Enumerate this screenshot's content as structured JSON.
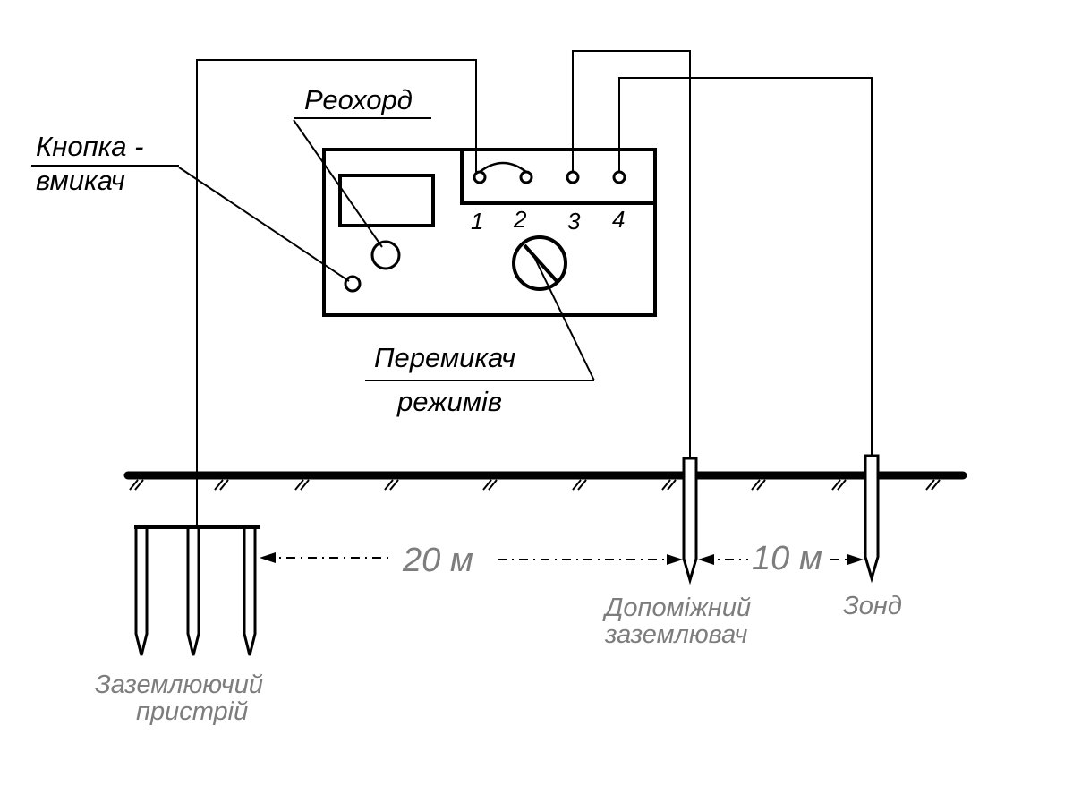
{
  "labels": {
    "reokhord": "Реохорд",
    "knopka_line1": "Кнопка -",
    "knopka_line2": "вмикач",
    "peremykach_line1": "Перемикач",
    "peremykach_line2": "режимів",
    "dopomizhnyi_line1": "Допоміжний",
    "dopomizhnyi_line2": "заземлювач",
    "zond": "Зонд",
    "zazemliuiuchyi_line1": "Заземлюючий",
    "zazemliuiuchyi_line2": "пристрій"
  },
  "terminals": [
    "1",
    "2",
    "3",
    "4"
  ],
  "distances": {
    "d1": "20 м",
    "d2": "10 м"
  },
  "colors": {
    "line": "#000000",
    "gray_text": "#7d7d7d"
  }
}
